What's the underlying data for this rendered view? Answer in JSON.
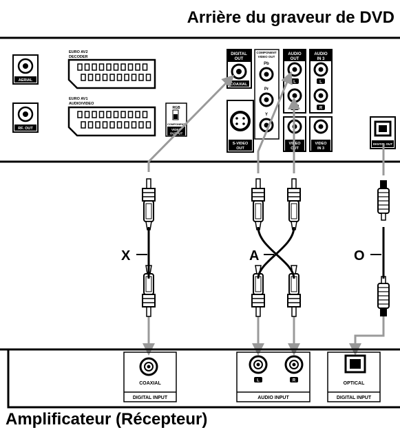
{
  "title_top": "Arrière du graveur de DVD",
  "title_bottom": "Amplificateur (Récepteur)",
  "recorder_panel": {
    "aerial": "AERIAL",
    "rf_out": "RF. OUT",
    "euro_av2": [
      "EURO AV2",
      "DECODER"
    ],
    "euro_av1": [
      "EURO AV1",
      "AUDIO/VIDEO"
    ],
    "video_output_switch": [
      "RGB",
      "COMPONENT",
      "VIDEO",
      "OUTPUT"
    ],
    "digital_out_group": [
      "DIGITAL",
      "OUT"
    ],
    "coaxial": "COAXIAL",
    "component_video_out": [
      "COMPONENT",
      "VIDEO OUT"
    ],
    "pb": "Pb",
    "pr": "Pr",
    "y": "Y",
    "s_video_out": [
      "S-VIDEO",
      "OUT"
    ],
    "audio_out": [
      "AUDIO",
      "OUT"
    ],
    "audio_in3": [
      "AUDIO",
      "IN 3"
    ],
    "l": "L",
    "r": "R",
    "video_out": [
      "VIDEO",
      "OUT"
    ],
    "video_in3": [
      "VIDEO",
      "IN 3"
    ],
    "digital_out_optical": "DIGITAL OUT"
  },
  "cables": {
    "x": "X",
    "a": "A",
    "o": "O"
  },
  "amplifier_panel": {
    "coaxial": "COAXIAL",
    "digital_input_1": "DIGITAL INPUT",
    "l": "L",
    "r": "R",
    "audio_input": "AUDIO INPUT",
    "optical": "OPTICAL",
    "digital_input_2": "DIGITAL INPUT"
  }
}
